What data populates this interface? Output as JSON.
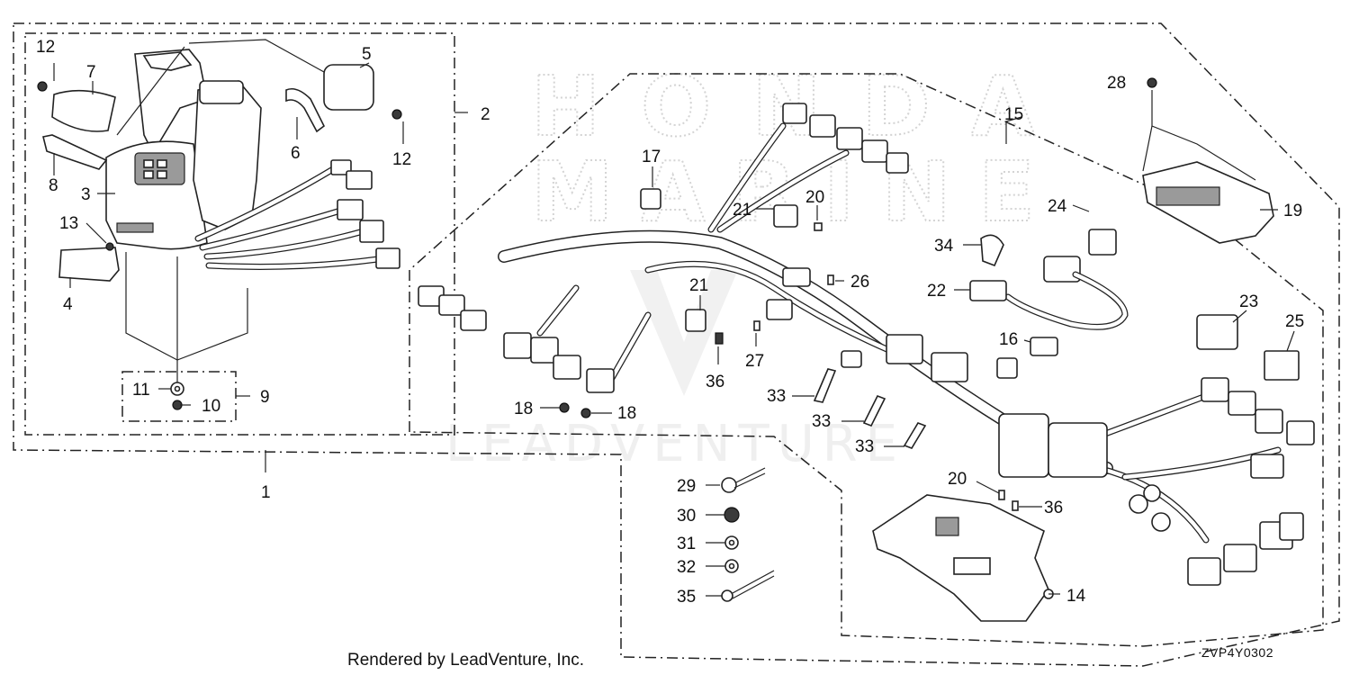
{
  "watermark": {
    "brand_top": "HONDA",
    "brand_bottom": "MARINE",
    "vendor": "LEADVENTURE"
  },
  "callouts": {
    "c1": "1",
    "c2": "2",
    "c3": "3",
    "c4": "4",
    "c5": "5",
    "c6": "6",
    "c7": "7",
    "c8": "8",
    "c9": "9",
    "c10": "10",
    "c11": "11",
    "c12a": "12",
    "c12b": "12",
    "c13": "13",
    "c14": "14",
    "c15": "15",
    "c16": "16",
    "c17": "17",
    "c18a": "18",
    "c18b": "18",
    "c19": "19",
    "c20a": "20",
    "c20b": "20",
    "c21a": "21",
    "c21b": "21",
    "c22": "22",
    "c23": "23",
    "c24": "24",
    "c25": "25",
    "c26": "26",
    "c27": "27",
    "c28": "28",
    "c29": "29",
    "c30": "30",
    "c31": "31",
    "c32": "32",
    "c33a": "33",
    "c33b": "33",
    "c33c": "33",
    "c34": "34",
    "c35": "35",
    "c36a": "36",
    "c36b": "36"
  },
  "footer": {
    "rendered_by": "Rendered by LeadVenture, Inc.",
    "diagram_code": "ZVP4Y0302"
  }
}
